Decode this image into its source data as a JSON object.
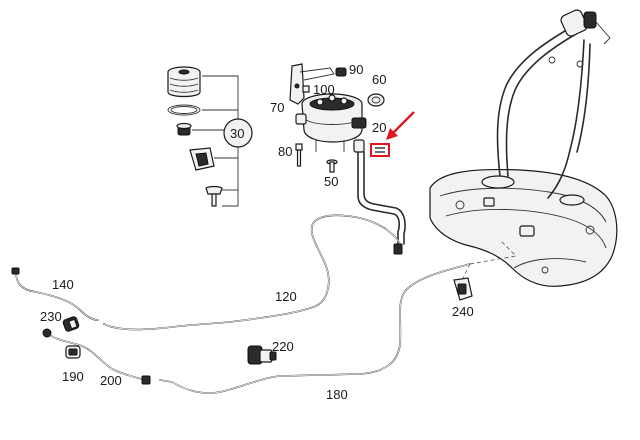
{
  "labels": {
    "p20": "20",
    "p30": "30",
    "p50": "50",
    "p60": "60",
    "p70": "70",
    "p80": "80",
    "p90": "90",
    "p100": "100",
    "p120": "120",
    "p140": "140",
    "p180": "180",
    "p190": "190",
    "p200": "200",
    "p220": "220",
    "p230": "230",
    "p240": "240"
  },
  "colors": {
    "highlight": "#e0171f",
    "line": "#1a1a1a"
  },
  "icons": {
    "callout": "red-arrow-icon",
    "marker": "highlight-box-icon"
  }
}
